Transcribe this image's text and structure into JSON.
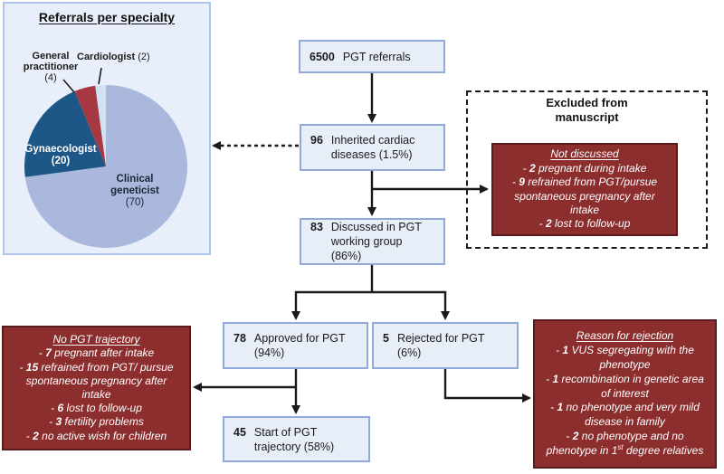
{
  "colors": {
    "flow_box_fill": "#e8eef8",
    "flow_box_border": "#8fa9d8",
    "panel_fill": "#e9effa",
    "panel_border": "#aec4e8",
    "red_box_fill": "#8c2d2e",
    "red_box_border": "#581c1d",
    "arrow": "#1a1a1a",
    "white_text": "#ffffff"
  },
  "pie": {
    "title": "Referrals per specialty",
    "chart_data": {
      "type": "pie",
      "title": "Referrals per specialty",
      "total": 96,
      "start_angle_deg": 0,
      "direction": "clockwise",
      "slices": [
        {
          "label": "Clinical geneticist",
          "value": 70,
          "color": "#a9b8dc"
        },
        {
          "label": "Gynaecologist",
          "value": 20,
          "color": "#1d5787"
        },
        {
          "label": "General practitioner",
          "value": 4,
          "color": "#a53841"
        },
        {
          "label": "Cardiologist",
          "value": 2,
          "color": "#cfe2f4"
        }
      ]
    },
    "labels": {
      "clinical": {
        "name_line1": "Clinical",
        "name_line2": "geneticist",
        "count": "(70)"
      },
      "gyn": {
        "name": "Gynaecologist",
        "count": "(20)"
      },
      "gp": {
        "name_line1": "General",
        "name_line2": "practitioner",
        "count": "(4)"
      },
      "cardiologist": {
        "name": "Cardiologist",
        "count": "(2)"
      }
    }
  },
  "flow": {
    "referrals": {
      "num": "6500",
      "label": "PGT referrals"
    },
    "inherited": {
      "num": "96",
      "label": "Inherited cardiac diseases (1.5%)"
    },
    "discussed": {
      "num": "83",
      "label": "Discussed in PGT working group (86%)"
    },
    "approved": {
      "num": "78",
      "label": "Approved for PGT (94%)"
    },
    "rejected": {
      "num": "5",
      "label": "Rejected for PGT (6%)"
    },
    "start": {
      "num": "45",
      "label": "Start of PGT trajectory (58%)"
    }
  },
  "excluded": {
    "title_line1": "Excluded from",
    "title_line2": "manuscript",
    "heading": "Not discussed",
    "items": [
      {
        "d": "- ",
        "n": "2",
        "t": " pregnant during intake"
      },
      {
        "d": "- ",
        "n": "9",
        "t": " refrained from PGT/pursue spontaneous pregnancy after intake"
      },
      {
        "d": "- ",
        "n": "2",
        "t": " lost to follow-up"
      }
    ]
  },
  "no_pgt": {
    "heading": "No PGT trajectory",
    "items": [
      {
        "d": "- ",
        "n": "7",
        "t": " pregnant after intake"
      },
      {
        "d": "- ",
        "n": "15",
        "t": " refrained from PGT/ pursue spontaneous pregnancy after intake"
      },
      {
        "d": "- ",
        "n": "6",
        "t": " lost to follow-up"
      },
      {
        "d": "- ",
        "n": "3",
        "t": " fertility problems"
      },
      {
        "d": "- ",
        "n": "2",
        "t": " no active wish for children"
      }
    ]
  },
  "rejection": {
    "heading": "Reason for rejection",
    "items": [
      {
        "d": "- ",
        "n": "1",
        "t": " VUS segregating with the phenotype"
      },
      {
        "d": "- ",
        "n": "1",
        "t": " recombination in genetic area of interest"
      },
      {
        "d": "- ",
        "n": "1",
        "t": " no phenotype and very mild disease in family"
      },
      {
        "d": "- ",
        "n": "2",
        "t": " no phenotype and no phenotype in 1",
        "sup": "st",
        "t2": " degree relatives"
      }
    ]
  }
}
